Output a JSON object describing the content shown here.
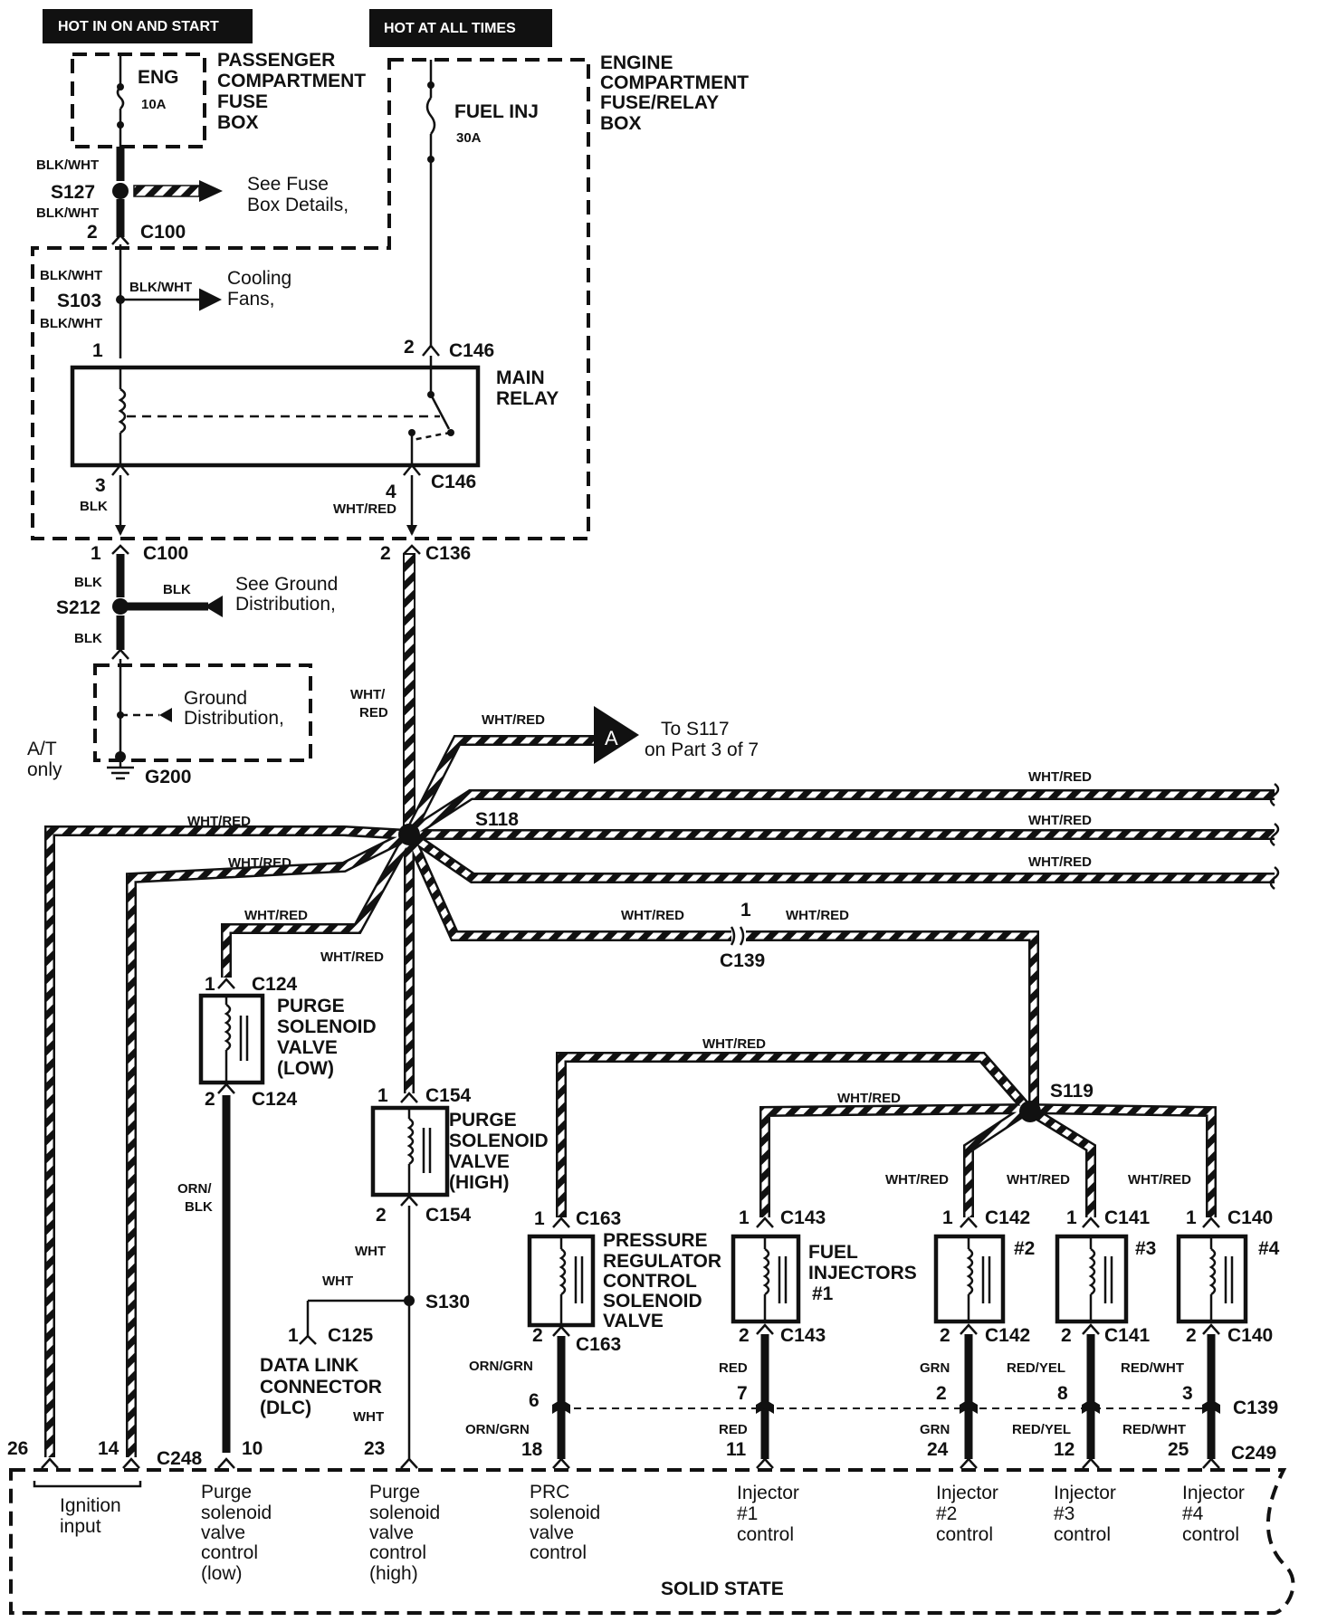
{
  "headers": {
    "hot_in_on_start": "HOT IN ON AND START",
    "hot_at_all_times": "HOT AT ALL TIMES"
  },
  "fuse_boxes": {
    "passenger": [
      "PASSENGER",
      "COMPARTMENT",
      "FUSE",
      "BOX"
    ],
    "engine": [
      "ENGINE",
      "COMPARTMENT",
      "FUSE/RELAY",
      "BOX"
    ],
    "eng_fuse": {
      "name": "ENG",
      "rating": "10A"
    },
    "fuel_inj_fuse": {
      "name": "FUEL INJ",
      "rating": "30A"
    }
  },
  "splices": {
    "s127": "S127",
    "s103": "S103",
    "s212": "S212",
    "s118": "S118",
    "s119": "S119",
    "s130": "S130"
  },
  "connectors": {
    "c100": "C100",
    "c146": "C146",
    "c136": "C136",
    "c124": "C124",
    "c154": "C154",
    "c125": "C125",
    "c139": "C139",
    "c163": "C163",
    "c143": "C143",
    "c142": "C142",
    "c141": "C141",
    "c140": "C140",
    "c248": "C248",
    "c249": "C249"
  },
  "wires": {
    "blk_wht": "BLK/WHT",
    "blk": "BLK",
    "wht_red": "WHT/RED",
    "wht_red_split": [
      "WHT/",
      "RED"
    ],
    "orn_blk": [
      "ORN/",
      "BLK"
    ],
    "wht": "WHT",
    "orn_grn": "ORN/GRN",
    "red": "RED",
    "grn": "GRN",
    "red_yel": "RED/YEL",
    "red_wht": "RED/WHT"
  },
  "notes": {
    "see_fuse_box": [
      "See Fuse",
      "Box Details,"
    ],
    "cooling_fans": [
      "Cooling",
      "Fans,"
    ],
    "see_ground": [
      "See Ground",
      "Distribution,"
    ],
    "ground_dist": [
      "Ground",
      "Distribution,"
    ],
    "at_only": [
      "A/T",
      "only"
    ],
    "g200": "G200",
    "to_s117": [
      "To S117",
      "on Part 3 of 7"
    ],
    "arrow_a": "A"
  },
  "components": {
    "main_relay": [
      "MAIN",
      "RELAY"
    ],
    "purge_low": [
      "PURGE",
      "SOLENOID",
      "VALVE",
      "(LOW)"
    ],
    "purge_high": [
      "PURGE",
      "SOLENOID",
      "VALVE",
      "(HIGH)"
    ],
    "dlc": [
      "DATA LINK",
      "CONNECTOR",
      "(DLC)"
    ],
    "prc": [
      "PRESSURE",
      "REGULATOR",
      "CONTROL",
      "SOLENOID",
      "VALVE"
    ],
    "injectors": [
      "FUEL",
      "INJECTORS",
      "#1"
    ],
    "inj2": "#2",
    "inj3": "#3",
    "inj4": "#4"
  },
  "pins": {
    "p1": "1",
    "p2": "2",
    "p3": "3",
    "p4": "4",
    "p6": "6",
    "p7": "7",
    "p8": "8",
    "p10": "10",
    "p11": "11",
    "p12": "12",
    "p14": "14",
    "p18": "18",
    "p23": "23",
    "p24": "24",
    "p25": "25",
    "p26": "26"
  },
  "ecm": {
    "title": "SOLID STATE",
    "ignition": [
      "Ignition",
      "input"
    ],
    "purge_low_ctl": [
      "Purge",
      "solenoid",
      "valve",
      "control",
      "(low)"
    ],
    "purge_high_ctl": [
      "Purge",
      "solenoid",
      "valve",
      "control",
      "(high)"
    ],
    "prc_ctl": [
      "PRC",
      "solenoid",
      "valve",
      "control"
    ],
    "inj1_ctl": [
      "Injector",
      "#1",
      "control"
    ],
    "inj2_ctl": [
      "Injector",
      "#2",
      "control"
    ],
    "inj3_ctl": [
      "Injector",
      "#3",
      "control"
    ],
    "inj4_ctl": [
      "Injector",
      "#4",
      "control"
    ]
  }
}
